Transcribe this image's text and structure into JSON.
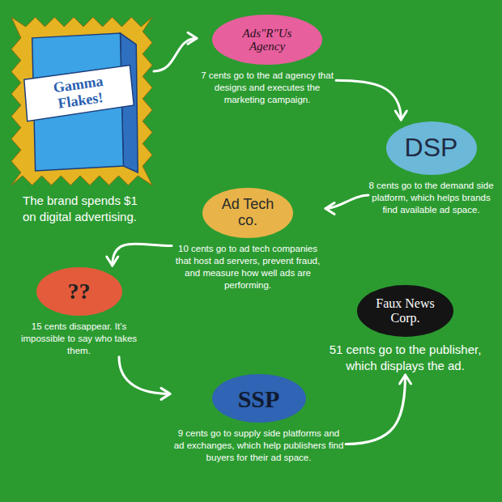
{
  "diagram": {
    "nodes": [
      {
        "text": [
          "Gamma Flakes!",
          "The brand spends $1 on digital advertising."
        ]
      },
      {
        "text": [
          "Ads\"R\"Us Agency",
          "7 cents go to the ad agency that designs and executes the marketing campaign."
        ]
      },
      {
        "text": [
          "DSP",
          "8 cents go to the demand side platform, which helps brands find available ad space."
        ]
      },
      {
        "text": [
          "Ad Tech co.",
          "10 cents go to ad tech companies that host ad servers, prevent fraud, and measure how well ads are performing."
        ]
      },
      {
        "text": [
          "??",
          "15 cents disappear. It’s impossible to say who takes them."
        ]
      },
      {
        "text": [
          "SSP",
          "9 cents go to supply side platforms and ad exchanges, which help publishers find buyers for their ad space."
        ]
      },
      {
        "text": [
          "Faux News Corp.",
          "51 cents go to the publisher, which displays the ad."
        ]
      }
    ],
    "edges": [
      {
        "from": 0,
        "to": 1,
        "arrow": "to"
      },
      {
        "from": 1,
        "to": 2,
        "arrow": "to"
      },
      {
        "from": 2,
        "to": 3,
        "arrow": "to"
      },
      {
        "from": 3,
        "to": 4,
        "arrow": "to"
      },
      {
        "from": 4,
        "to": 5,
        "arrow": "to"
      },
      {
        "from": 5,
        "to": 6,
        "arrow": "to"
      }
    ]
  }
}
